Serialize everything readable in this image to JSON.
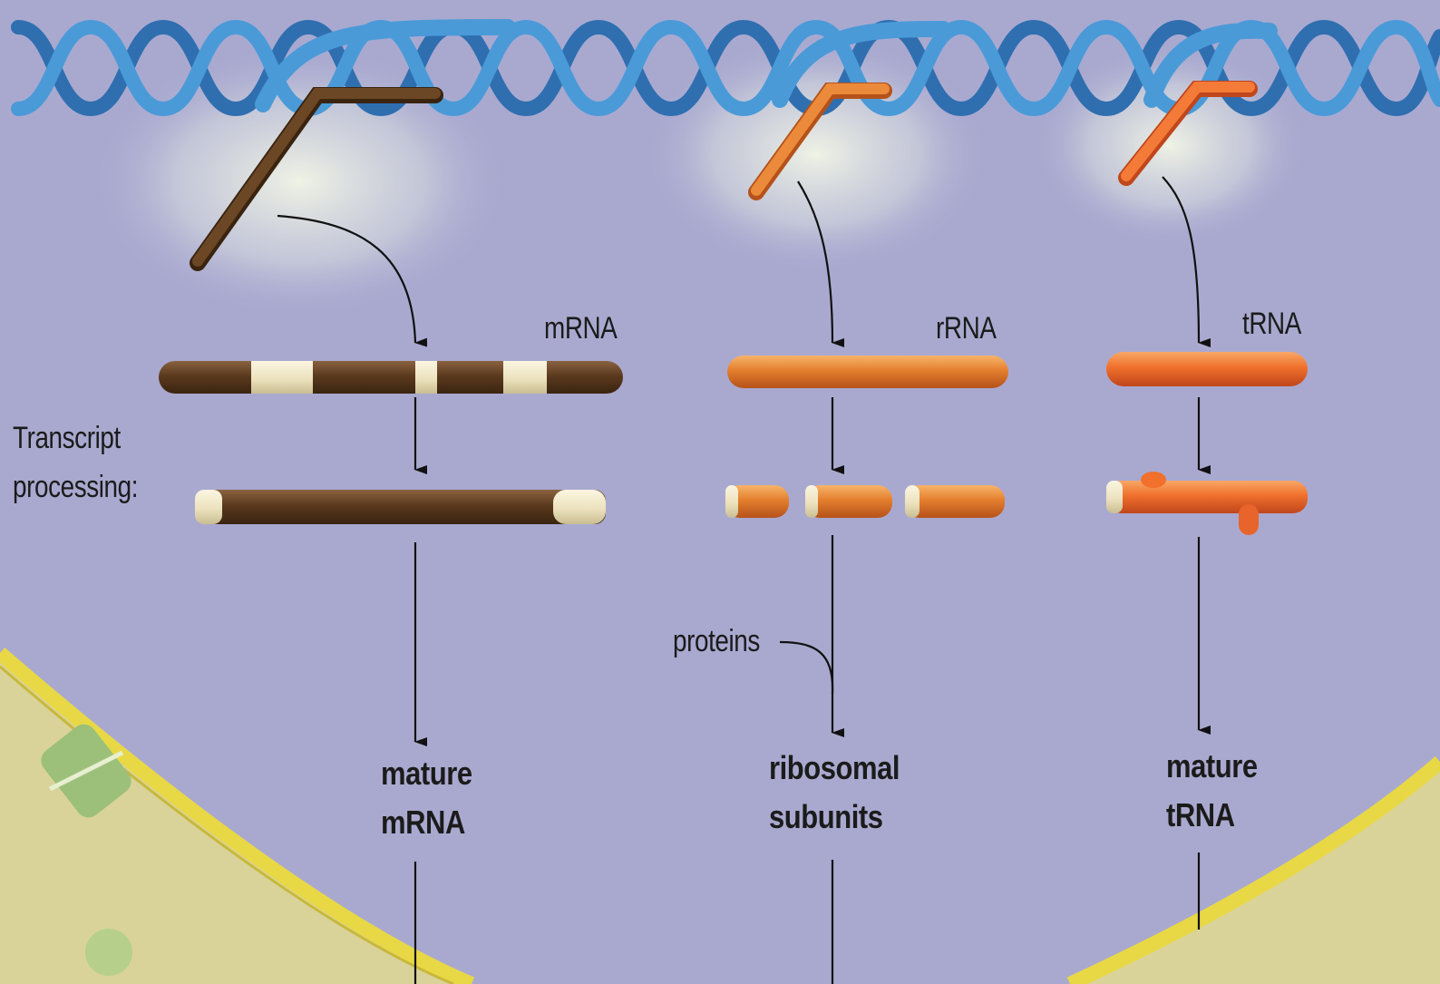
{
  "labels": {
    "mrna": "mRNA",
    "rrna": "rRNA",
    "trna": "tRNA",
    "processing_line1": "Transcript",
    "processing_line2": "processing:",
    "proteins": "proteins",
    "mature_mrna_line1": "mature",
    "mature_mrna_line2": "mRNA",
    "ribosomal_line1": "ribosomal",
    "ribosomal_line2": "subunits",
    "mature_trna_line1": "mature",
    "mature_trna_line2": "tRNA"
  },
  "colors": {
    "background": "#a9a9d0",
    "dna": "#3f8fd0",
    "mrna_transcript": "#5b3a1e",
    "rrna_transcript": "#e07a2a",
    "trna_transcript": "#f06a28",
    "intron_cream": "#f1e9c8",
    "membrane": "#e8d845",
    "cytoplasm": "#d9d39a",
    "pore": "#9cc07a",
    "arrow": "#111111"
  }
}
